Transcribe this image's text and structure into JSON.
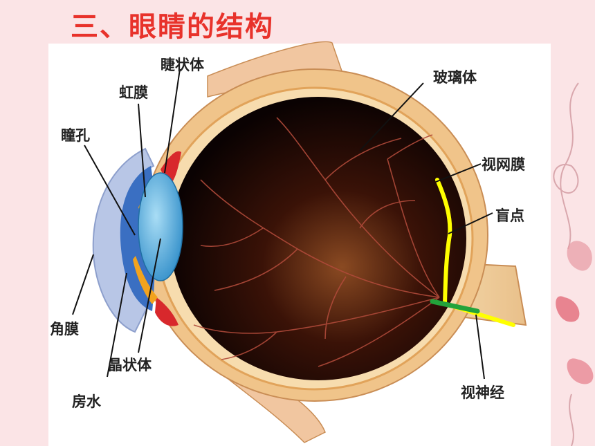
{
  "slide": {
    "title": "三、眼睛的结构"
  },
  "labels": {
    "ciliary_body": "睫状体",
    "iris": "虹膜",
    "pupil": "瞳孔",
    "cornea": "角膜",
    "lens": "晶状体",
    "aqueous_humor": "房水",
    "vitreous_body": "玻璃体",
    "retina": "视网膜",
    "blind_spot": "盲点",
    "optic_nerve": "视神经"
  },
  "colors": {
    "title": "#e8322b",
    "background": "#fbe4e6",
    "sclera": "#f0c48a",
    "choroid": "#e8a55a",
    "eye_interior": "#1a0503",
    "cornea": "#3a6fc2",
    "lens": "#5db5e5",
    "iris": "#f2a31e",
    "ciliary": "#d8282c",
    "retina_highlight": "#ffff00",
    "optic_disc_highlight": "#23a33b",
    "vessels": "#b04a3a"
  }
}
